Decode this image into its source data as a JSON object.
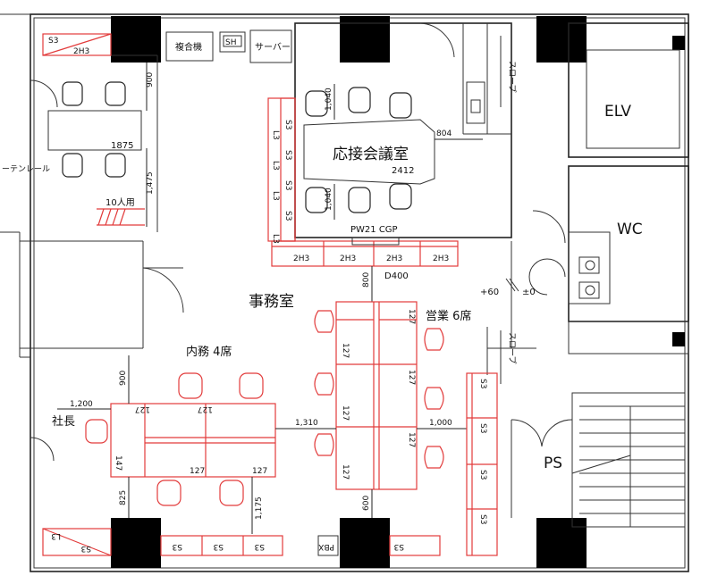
{
  "rooms": {
    "meeting_room": "応接会議室",
    "office": "事務室",
    "elevator": "ELV",
    "toilet": "WC",
    "pipe_space": "PS",
    "sales_seats": "営業 6席",
    "admin_seats": "内務 4席",
    "president": "社長",
    "ten_people": "10人用"
  },
  "equipment": {
    "copier": "複合機",
    "sh": "SH",
    "server": "サーバー",
    "pbx": "PBX",
    "curtain_rail": "ーテンレール",
    "partition": "PW21 CGP",
    "door_d400": "D400",
    "slope_top": "スロープ",
    "slope_right": "スロープ",
    "level_plus": "+60",
    "level_zero": "±0"
  },
  "dimensions": {
    "d900_top": "900",
    "d1875": "1875",
    "d1475": "1,475",
    "d1040_top": "1,040",
    "d1040_bottom": "1,040",
    "d804": "804",
    "d2412": "2412",
    "d800": "800",
    "d900_mid": "900",
    "d1200": "1,200",
    "d1310": "1,310",
    "d1000": "1,000",
    "d825": "825",
    "d1175": "1,175",
    "d600": "600"
  },
  "furniture_codes": {
    "s3": "S3",
    "l3": "L3",
    "h2h3": "2H3",
    "f127": "127",
    "f147": "147"
  }
}
